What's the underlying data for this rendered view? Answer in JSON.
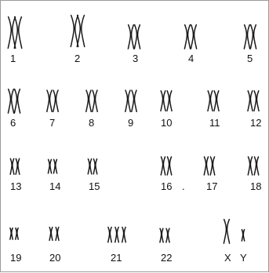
{
  "karyotype": {
    "ink_color": "#1a1a1a",
    "chromosome_labels": [
      "1",
      "2",
      "3",
      "4",
      "5",
      "6",
      "7",
      "8",
      "9",
      "10",
      "11",
      "12",
      "13",
      "14",
      "15",
      "16",
      "17",
      "18",
      "19",
      "20",
      "21",
      "22",
      "X",
      "Y"
    ],
    "sex_labels": {
      "x": "X",
      "y": "Y"
    },
    "stray_mark": "."
  }
}
